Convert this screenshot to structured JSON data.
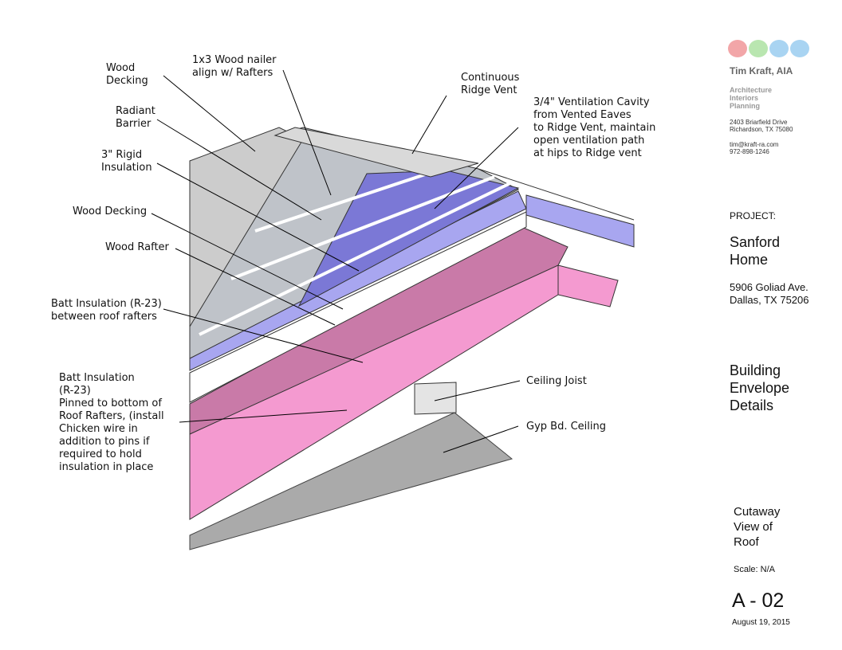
{
  "labels": {
    "wood_decking_top": "Wood\nDecking",
    "wood_nailer": "1x3 Wood nailer\nalign w/ Rafters",
    "ridge_vent": "Continuous\nRidge Vent",
    "ventilation_cavity": "3/4\" Ventilation Cavity\nfrom Vented Eaves\nto Ridge Vent, maintain\nopen ventilation path\nat hips to Ridge vent",
    "radiant_barrier": "Radiant\nBarrier",
    "rigid_insulation": "3\" Rigid\nInsulation",
    "wood_decking_mid": "Wood Decking",
    "wood_rafter": "Wood Rafter",
    "batt_between": "Batt Insulation (R-23)\nbetween roof rafters",
    "batt_pinned": "Batt Insulation\n(R-23)\nPinned to bottom of\nRoof Rafters, (install\nChicken wire in\naddition to pins if\nrequired to hold\ninsulation in place",
    "ceiling_joist": "Ceiling Joist",
    "gyp_ceiling": "Gyp Bd. Ceiling"
  },
  "title_block": {
    "firm": "Tim Kraft, AIA",
    "services": [
      "Architecture",
      "Interiors",
      "Planning"
    ],
    "address": [
      "2403 Briarfield Drive",
      "Richardson, TX  75080"
    ],
    "contact": [
      "tim@kraft-ra.com",
      "972-898-1246"
    ],
    "project_label": "PROJECT:",
    "project_name": "Sanford\nHome",
    "project_address": "5906 Goliad Ave.\nDallas, TX 75206",
    "sheet_title": "Building\nEnvelope\nDetails",
    "view_title": "Cutaway\nView of\nRoof",
    "scale": "Scale: N/A",
    "sheet_number": "A - 02",
    "date": "August 19, 2015"
  },
  "logo_colors": [
    "#f2a6a8",
    "#b9e6b0",
    "#a9d4f2",
    "#a9d4f2"
  ],
  "colors": {
    "decking": "#c9c9c9",
    "rigid_insulation": "#7b78d6",
    "radiant_barrier": "#a8a6f0",
    "batt": "#f49ad0",
    "batt_dark": "#c97aa8",
    "ceiling": "#aaaaaa"
  }
}
